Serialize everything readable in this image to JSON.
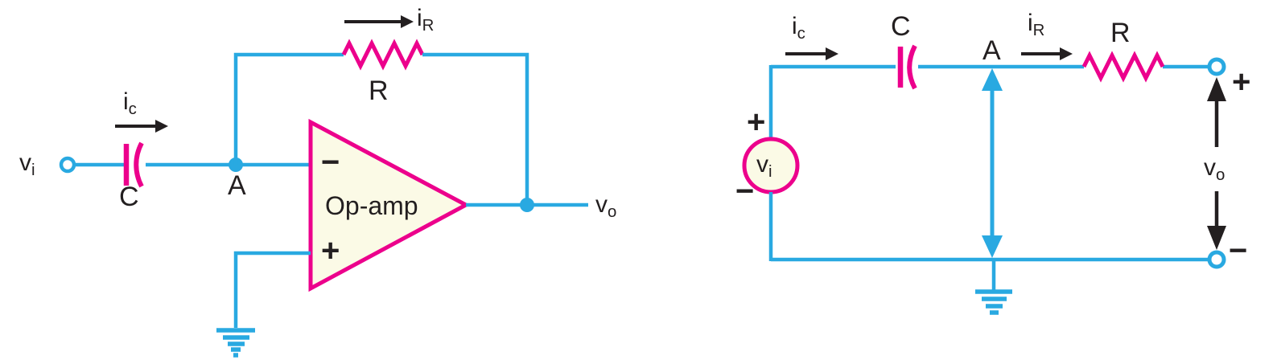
{
  "colors": {
    "wire": "#29a9e1",
    "component": "#ec008c",
    "device_fill": "#fbfae6",
    "annotation": "#231f20"
  },
  "left_circuit": {
    "labels": {
      "input": {
        "main": "v",
        "sub": "i"
      },
      "input_current": {
        "main": "i",
        "sub": "c"
      },
      "capacitor": "C",
      "node": "A",
      "feedback_current": {
        "main": "i",
        "sub": "R"
      },
      "feedback_resistor": "R",
      "inverting_input": "−",
      "noninverting_input": "+",
      "opamp": "Op-amp",
      "output": {
        "main": "v",
        "sub": "o"
      }
    }
  },
  "right_circuit": {
    "labels": {
      "source_plus": "+",
      "source": {
        "main": "v",
        "sub": "i"
      },
      "source_minus": "−",
      "input_current": {
        "main": "i",
        "sub": "c"
      },
      "capacitor": "C",
      "node": "A",
      "resistor_current": {
        "main": "i",
        "sub": "R"
      },
      "resistor": "R",
      "output_plus": "+",
      "output_voltage": {
        "main": "v",
        "sub": "o"
      },
      "output_minus": "−"
    }
  }
}
